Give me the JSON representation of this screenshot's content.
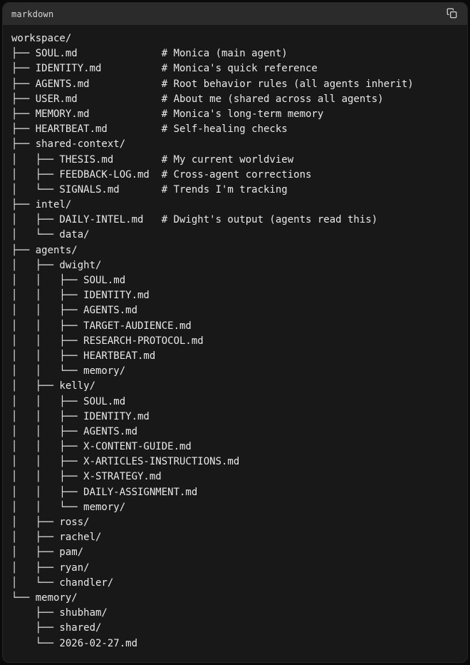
{
  "code_block": {
    "language_label": "markdown",
    "copy_icon": "copy-icon",
    "lines": [
      "workspace/",
      "├── SOUL.md              # Monica (main agent)",
      "├── IDENTITY.md          # Monica's quick reference",
      "├── AGENTS.md            # Root behavior rules (all agents inherit)",
      "├── USER.md              # About me (shared across all agents)",
      "├── MEMORY.md            # Monica's long-term memory",
      "├── HEARTBEAT.md         # Self-healing checks",
      "├── shared-context/",
      "│   ├── THESIS.md        # My current worldview",
      "│   ├── FEEDBACK-LOG.md  # Cross-agent corrections",
      "│   └── SIGNALS.md       # Trends I'm tracking",
      "├── intel/",
      "│   ├── DAILY-INTEL.md   # Dwight's output (agents read this)",
      "│   └── data/",
      "├── agents/",
      "│   ├── dwight/",
      "│   │   ├── SOUL.md",
      "│   │   ├── IDENTITY.md",
      "│   │   ├── AGENTS.md",
      "│   │   ├── TARGET-AUDIENCE.md",
      "│   │   ├── RESEARCH-PROTOCOL.md",
      "│   │   ├── HEARTBEAT.md",
      "│   │   └── memory/",
      "│   ├── kelly/",
      "│   │   ├── SOUL.md",
      "│   │   ├── IDENTITY.md",
      "│   │   ├── AGENTS.md",
      "│   │   ├── X-CONTENT-GUIDE.md",
      "│   │   ├── X-ARTICLES-INSTRUCTIONS.md",
      "│   │   ├── X-STRATEGY.md",
      "│   │   ├── DAILY-ASSIGNMENT.md",
      "│   │   └── memory/",
      "│   ├── ross/",
      "│   ├── rachel/",
      "│   ├── pam/",
      "│   ├── ryan/",
      "│   └── chandler/",
      "└── memory/",
      "    ├── shubham/",
      "    ├── shared/",
      "    └── 2026-02-27.md"
    ]
  },
  "colors": {
    "page_background": "#0a0a0a",
    "block_background": "#181818",
    "header_background": "#2b2b2b",
    "text": "#e9e9e9"
  }
}
